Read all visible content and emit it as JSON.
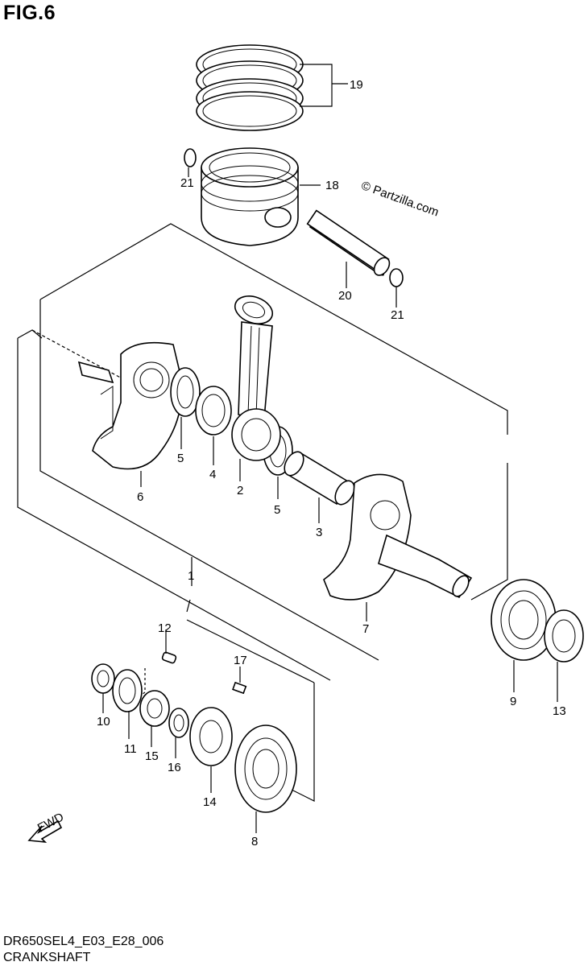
{
  "figure": {
    "title": "FIG.6",
    "watermark": "© Partzilla.com",
    "diagram_code": "DR650SEL4_E03_E28_006",
    "caption": "CRANKSHAFT"
  },
  "callouts": [
    {
      "id": "c1",
      "label": "1"
    },
    {
      "id": "c2",
      "label": "2"
    },
    {
      "id": "c3",
      "label": "3"
    },
    {
      "id": "c4",
      "label": "4"
    },
    {
      "id": "c5a",
      "label": "5"
    },
    {
      "id": "c5b",
      "label": "5"
    },
    {
      "id": "c6",
      "label": "6"
    },
    {
      "id": "c7",
      "label": "7"
    },
    {
      "id": "c8",
      "label": "8"
    },
    {
      "id": "c9",
      "label": "9"
    },
    {
      "id": "c10",
      "label": "10"
    },
    {
      "id": "c11",
      "label": "11"
    },
    {
      "id": "c12",
      "label": "12"
    },
    {
      "id": "c13",
      "label": "13"
    },
    {
      "id": "c14",
      "label": "14"
    },
    {
      "id": "c15",
      "label": "15"
    },
    {
      "id": "c16",
      "label": "16"
    },
    {
      "id": "c17",
      "label": "17"
    },
    {
      "id": "c18",
      "label": "18"
    },
    {
      "id": "c19",
      "label": "19"
    },
    {
      "id": "c20",
      "label": "20"
    },
    {
      "id": "c21a",
      "label": "21"
    },
    {
      "id": "c21b",
      "label": "21"
    }
  ],
  "fwd_label": "FWD"
}
